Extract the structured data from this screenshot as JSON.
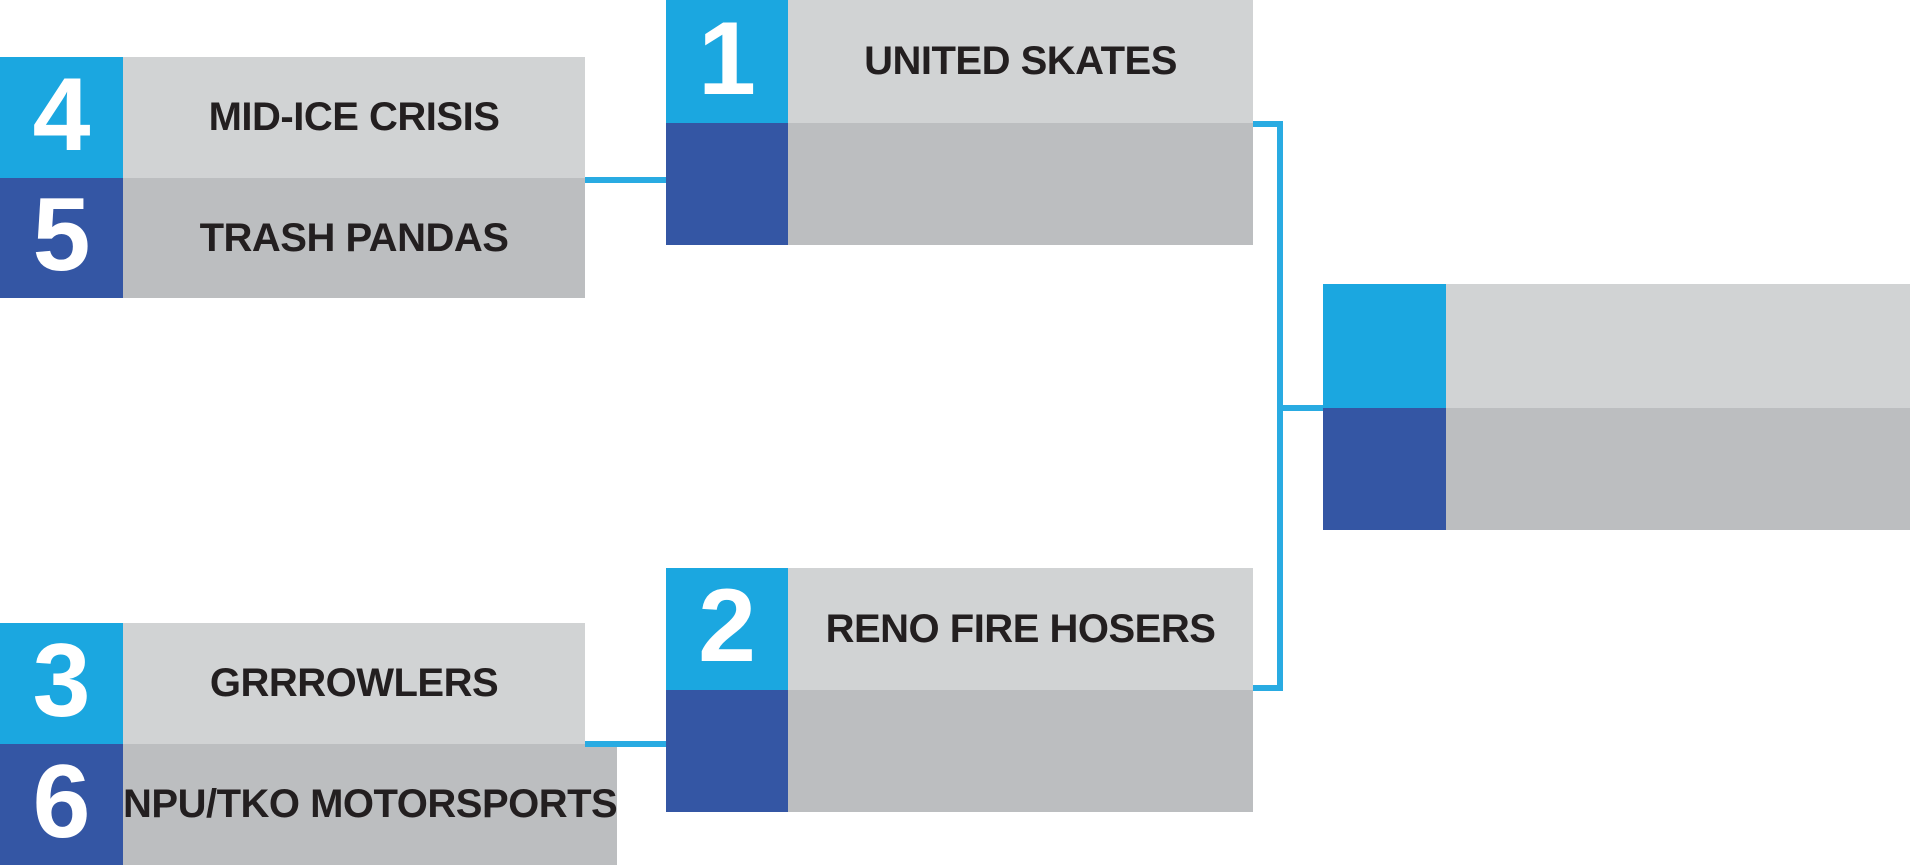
{
  "colors": {
    "seed-top-bg": "#1ba7e0",
    "seed-bottom-bg": "#3456a4",
    "row-top-bg": "#d1d3d4",
    "row-bottom-bg": "#bcbec0",
    "connector": "#29abe2",
    "team-text": "#231f20",
    "seed-text": "#ffffff"
  },
  "bracket": {
    "type": "tournament-bracket",
    "matches": [
      {
        "name": "play-in-top",
        "slots": [
          {
            "seed": "4",
            "team": "MID-ICE CRISIS"
          },
          {
            "seed": "5",
            "team": "TRASH PANDAS"
          }
        ]
      },
      {
        "name": "semifinal-top",
        "slots": [
          {
            "seed": "1",
            "team": "UNITED SKATES"
          },
          {
            "seed": "",
            "team": ""
          }
        ]
      },
      {
        "name": "play-in-bottom",
        "slots": [
          {
            "seed": "3",
            "team": "GRRROWLERS"
          },
          {
            "seed": "6",
            "team": "NPU/TKO MOTORSPORTS"
          }
        ]
      },
      {
        "name": "semifinal-bottom",
        "slots": [
          {
            "seed": "2",
            "team": "RENO FIRE HOSERS"
          },
          {
            "seed": "",
            "team": ""
          }
        ]
      },
      {
        "name": "final",
        "slots": [
          {
            "seed": "",
            "team": ""
          },
          {
            "seed": "",
            "team": ""
          }
        ]
      }
    ]
  }
}
